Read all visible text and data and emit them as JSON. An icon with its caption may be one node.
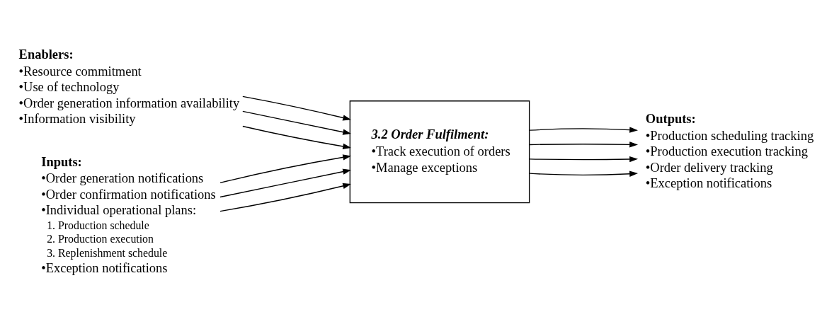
{
  "diagram": {
    "nodes": [
      {
        "text": [
          "Enablers:",
          "•Resource commitment",
          "•Use of technology",
          "•Order generation information availability",
          "•Information visibility"
        ]
      },
      {
        "text": [
          "Inputs:",
          "•Order generation notifications",
          "•Order confirmation notifications",
          "•Individual operational plans:",
          "1. Production schedule",
          "2. Production execution",
          "3. Replenishment schedule",
          "•Exception notifications"
        ]
      },
      {
        "text": [
          "3.2 Order Fulfilment:",
          "•Track execution of orders",
          "•Manage exceptions"
        ]
      },
      {
        "text": [
          "Outputs:",
          "•Production scheduling tracking",
          "•Production execution tracking",
          "•Order delivery tracking",
          "•Exception notifications"
        ]
      }
    ],
    "edges": [
      {
        "from": 0,
        "to": 2,
        "arrow": "to"
      },
      {
        "from": 0,
        "to": 2,
        "arrow": "to"
      },
      {
        "from": 0,
        "to": 2,
        "arrow": "to"
      },
      {
        "from": 1,
        "to": 2,
        "arrow": "to"
      },
      {
        "from": 1,
        "to": 2,
        "arrow": "to"
      },
      {
        "from": 1,
        "to": 2,
        "arrow": "to"
      },
      {
        "from": 2,
        "to": 3,
        "arrow": "to"
      },
      {
        "from": 2,
        "to": 3,
        "arrow": "to"
      },
      {
        "from": 2,
        "to": 3,
        "arrow": "to"
      },
      {
        "from": 2,
        "to": 3,
        "arrow": "to"
      }
    ]
  }
}
